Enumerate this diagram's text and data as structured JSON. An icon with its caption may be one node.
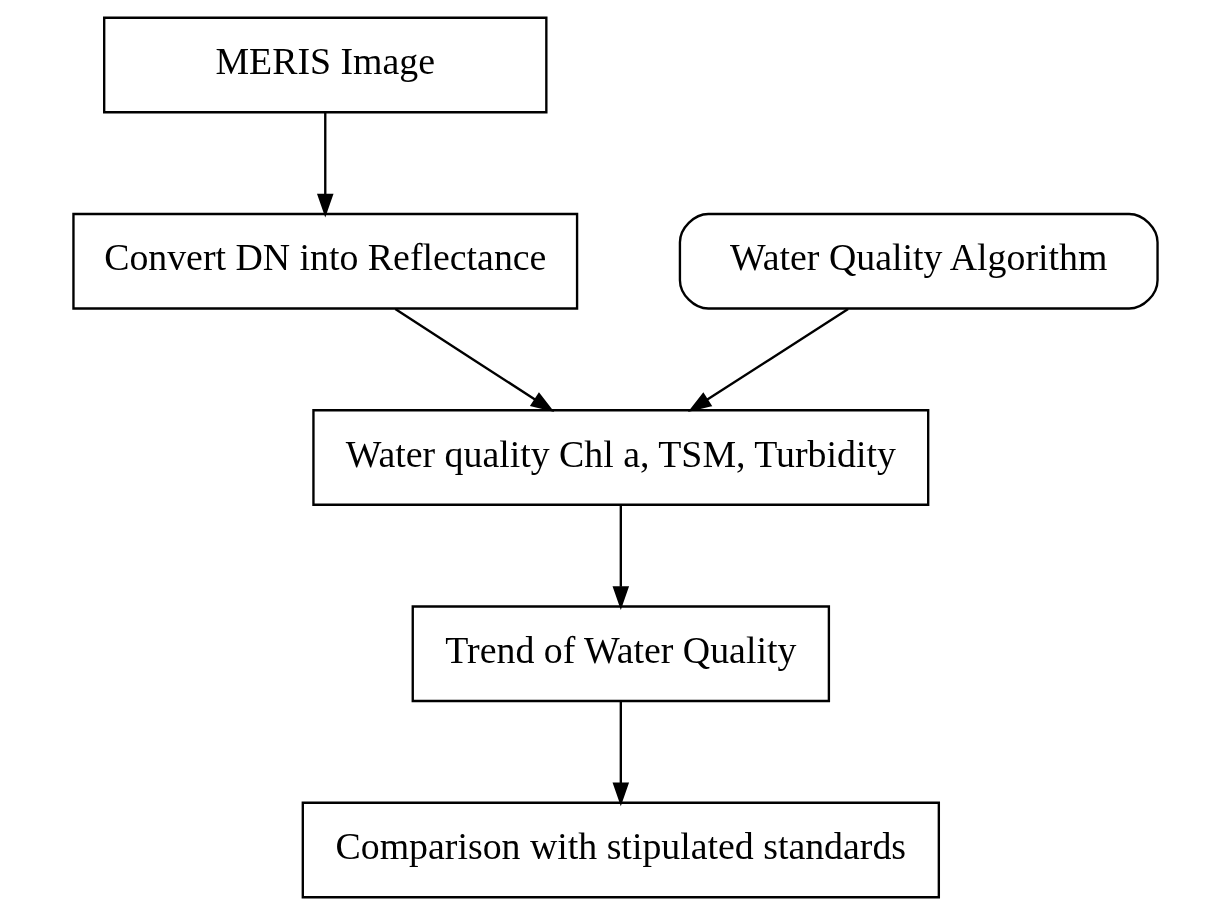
{
  "diagram": {
    "nodes": [
      {
        "text": [
          "MERIS Image"
        ]
      },
      {
        "text": [
          "Convert DN into Reflectance"
        ]
      },
      {
        "text": [
          "Water Quality Algorithm"
        ]
      },
      {
        "text": [
          "Water quality Chl a, TSM, Turbidity"
        ]
      },
      {
        "text": [
          "Trend of Water Quality"
        ]
      },
      {
        "text": [
          "Comparison with stipulated standards"
        ]
      }
    ],
    "edges": [
      {
        "from": 0,
        "to": 1,
        "arrow": "to"
      },
      {
        "from": 1,
        "to": 3,
        "arrow": "to"
      },
      {
        "from": 2,
        "to": 3,
        "arrow": "to"
      },
      {
        "from": 3,
        "to": 4,
        "arrow": "to"
      },
      {
        "from": 4,
        "to": 5,
        "arrow": "to"
      }
    ]
  }
}
